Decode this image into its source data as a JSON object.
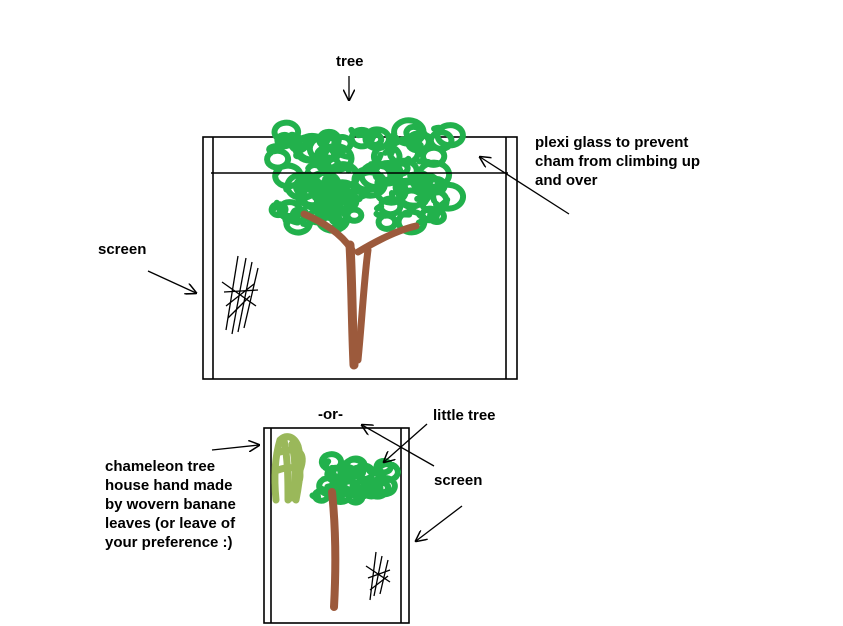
{
  "labels": {
    "tree": "tree",
    "plexi_glass": "plexi glass to prevent\ncham from climbing up\nand over",
    "screen_top": "screen",
    "or": "-or-",
    "little_tree": "little tree",
    "screen_bottom": "screen",
    "chameleon_house": "chameleon tree\nhouse hand made\nby wovern banane\nleaves (or leave of\nyour preference :)"
  },
  "colors": {
    "leaves": "#22b14c",
    "trunk": "#9c5a3c",
    "banana_leaves": "#9ab85a",
    "outline": "#000000",
    "background": "#ffffff"
  }
}
